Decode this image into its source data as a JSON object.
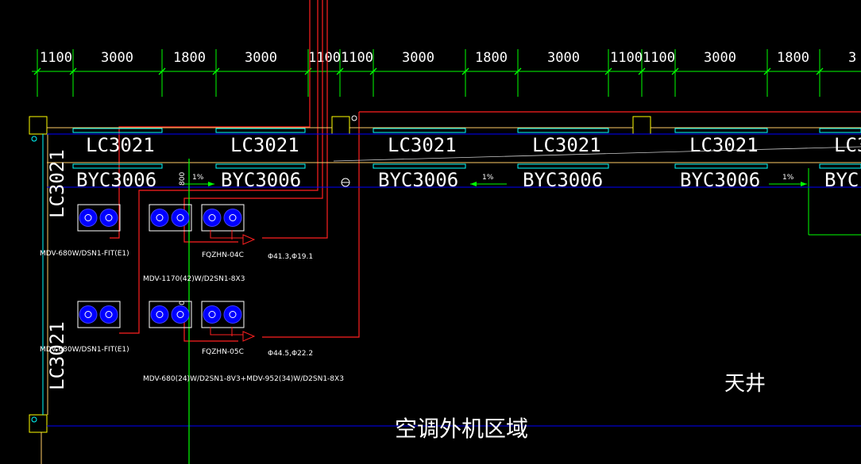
{
  "dimensions": [
    "1100",
    "3000",
    "1800",
    "3000",
    "1100",
    "1100",
    "3000",
    "1800",
    "3000",
    "1100",
    "1100",
    "3000",
    "1800",
    "3"
  ],
  "window_labels": [
    "LC3021",
    "LC3021",
    "LC3021",
    "LC3021",
    "LC3021",
    "LC3"
  ],
  "bay_labels": [
    "BYC3006",
    "BYC3006",
    "BYC3006",
    "BYC3006",
    "BYC3006",
    "BYC"
  ],
  "vertical_labels": [
    "LC3021",
    "LC3021"
  ],
  "slope_labels": [
    "1%",
    "1%",
    "1%"
  ],
  "pipe_tag_small": "800",
  "pipe_tag_small_2": "2800",
  "units": {
    "top_left": "MDV-680W/DSN1-FIT(E1)",
    "top_middle": "MDV-1170(42)W/D2SN1-8X3",
    "top_box": "FQZHN-04C",
    "top_pipe": "Φ41.3,Φ19.1",
    "bottom_left": "MDV-680W/DSN1-FIT(E1)",
    "bottom_box": "FQZHN-05C",
    "bottom_pipe": "Φ44.5,Φ22.2",
    "bottom_combo": "MDV-680(24)W/D2SN1-8V3+MDV-952(34)W/D2SN1-8X3"
  },
  "area_labels": {
    "shaft": "天井",
    "outdoor_zone": "空调外机区域"
  },
  "colors": {
    "background": "#000000",
    "dimension_line": "#00ff00",
    "wall_line": "#ffff00",
    "refrigerant_pipe": "#ff2020",
    "axis_line": "#0000ff",
    "window_line": "#00ffff",
    "unit_fill": "#0000ff",
    "text": "#ffffff"
  }
}
